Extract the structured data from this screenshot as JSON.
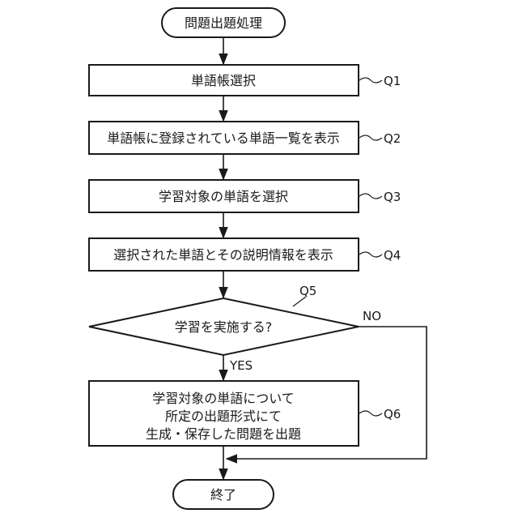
{
  "start": "問題出題処理",
  "steps": [
    {
      "id": "Q1",
      "text": "単語帳選択"
    },
    {
      "id": "Q2",
      "text": "単語帳に登録されている単語一覧を表示"
    },
    {
      "id": "Q3",
      "text": "学習対象の単語を選択"
    },
    {
      "id": "Q4",
      "text": "選択された単語とその説明情報を表示"
    }
  ],
  "decision": {
    "id": "Q5",
    "text": "学習を実施する?",
    "yes": "YES",
    "no": "NO"
  },
  "final_step": {
    "id": "Q6",
    "lines": [
      "学習対象の単語について",
      "所定の出題形式にて",
      "生成・保存した問題を出題"
    ]
  },
  "end": "終了"
}
